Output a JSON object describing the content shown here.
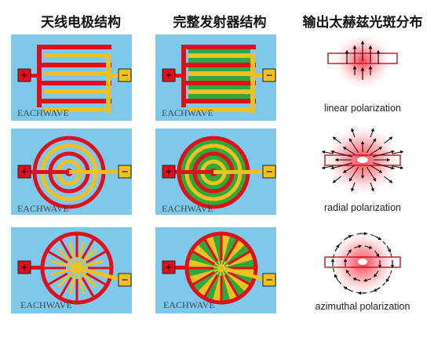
{
  "headers": {
    "col1": "天线电极结构",
    "col2": "完整发射器结构",
    "col3": "输出太赫兹光斑分布"
  },
  "watermark": "EACHWAVE",
  "terminals": {
    "plus": "+",
    "minus": "−"
  },
  "captions": {
    "linear": "linear polarization",
    "radial": "radial polarization",
    "azimuthal": "azimuthal polarization"
  },
  "colors": {
    "background_panel": "#7ec8ec",
    "electrode_red": "#e0101a",
    "electrode_yellow": "#f0c020",
    "semiconductor_green": "#2eaa3c",
    "spot_red": "#ff4a5a"
  }
}
